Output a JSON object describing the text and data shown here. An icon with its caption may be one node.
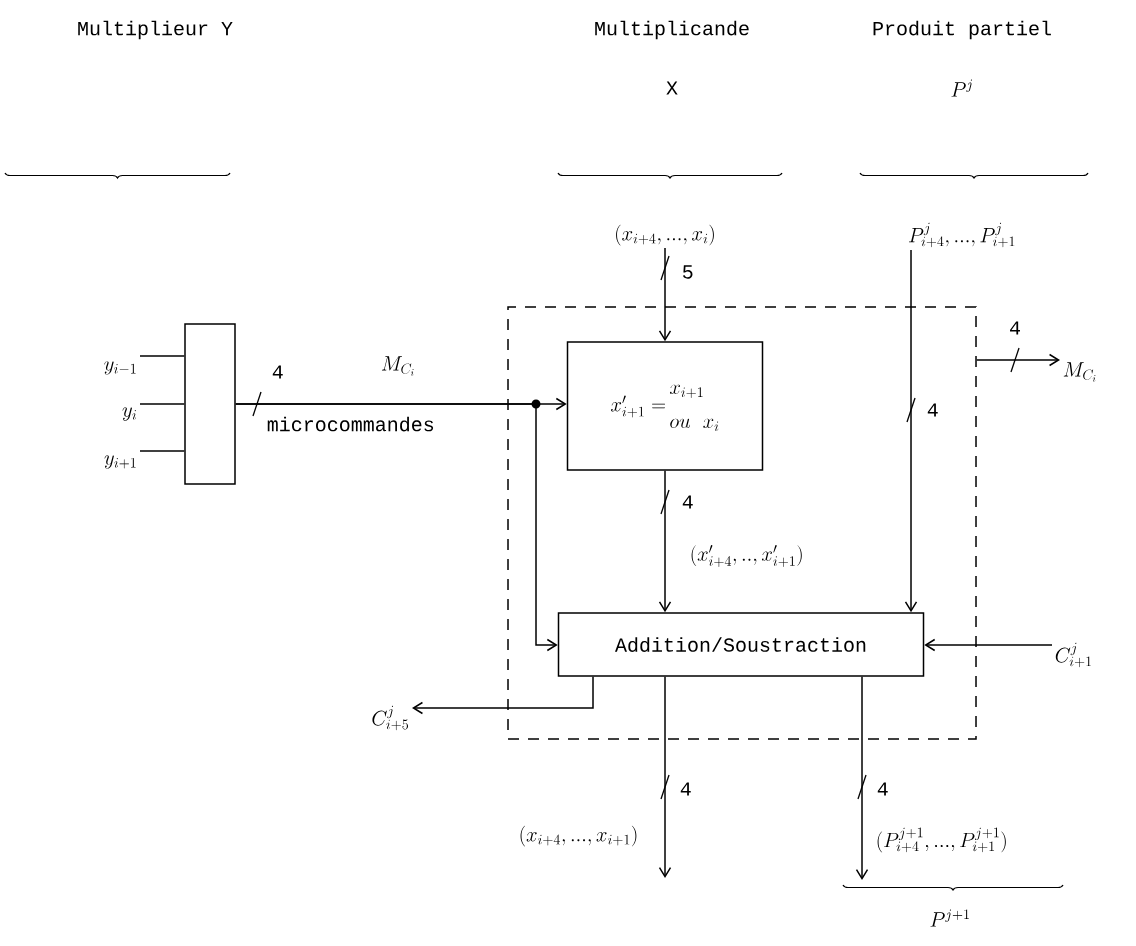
{
  "diagram": {
    "nodes": [
      {
        "text": [
          "y_{i-1}"
        ]
      },
      {
        "text": [
          "y_{i}"
        ]
      },
      {
        "text": [
          "y_{i+1}"
        ]
      },
      {
        "text": [],
        "shape": "box"
      },
      {
        "text": [],
        "shape": "box"
      },
      {
        "text": [
          "x'_{i+1} =",
          "x_{i+1}",
          "ou\\ x_{i}"
        ],
        "in": 4
      },
      {
        "text": [
          "Addition/Soustraction"
        ],
        "in": 4
      },
      {
        "text": [
          "(x_{i+4},...,x_{i})"
        ]
      },
      {
        "text": [
          "P^{j}_{i+4},...,P^{j}_{i+1}"
        ]
      },
      {
        "text": [
          "M_{C_{i}}"
        ]
      },
      {
        "text": [
          "C^{j}_{i+1}"
        ]
      },
      {
        "text": [
          "C^{j}_{i+5}"
        ]
      }
    ],
    "edges": [
      {
        "from": 0,
        "to": 3,
        "arrow": "none"
      },
      {
        "from": 1,
        "to": 3,
        "arrow": "none"
      },
      {
        "from": 2,
        "to": 3,
        "arrow": "none"
      },
      {
        "from": 3,
        "to": 5,
        "arrow": "to",
        "label": "4"
      },
      {
        "from": 3,
        "to": 6,
        "arrow": "to"
      },
      {
        "from": 7,
        "to": 5,
        "arrow": "to",
        "label": "5"
      },
      {
        "from": 5,
        "to": 6,
        "arrow": "to",
        "label": "4"
      },
      {
        "from": 8,
        "to": 6,
        "arrow": "to",
        "label": "4"
      },
      {
        "from": 4,
        "to": 9,
        "arrow": "to",
        "label": "4"
      },
      {
        "from": 10,
        "to": 6,
        "arrow": "to"
      },
      {
        "from": 6,
        "to": 11,
        "arrow": "to"
      },
      {
        "from": 6,
        "to": null,
        "arrow": "to",
        "label": "4"
      },
      {
        "from": 6,
        "to": null,
        "arrow": "to",
        "label": "4"
      }
    ],
    "labels": [
      "Multiplieur Y",
      "Multiplicande",
      "Produit partiel",
      "X",
      "P^{j}",
      "M_{C_{i}}",
      "microcommandes",
      "(x'_{i+4},..,x'_{i+1})",
      "(x_{i+4},...,x_{i+1})",
      "(P^{j+1}_{i+4},...,P^{j+1}_{i+1})",
      "P^{j+1}"
    ]
  }
}
